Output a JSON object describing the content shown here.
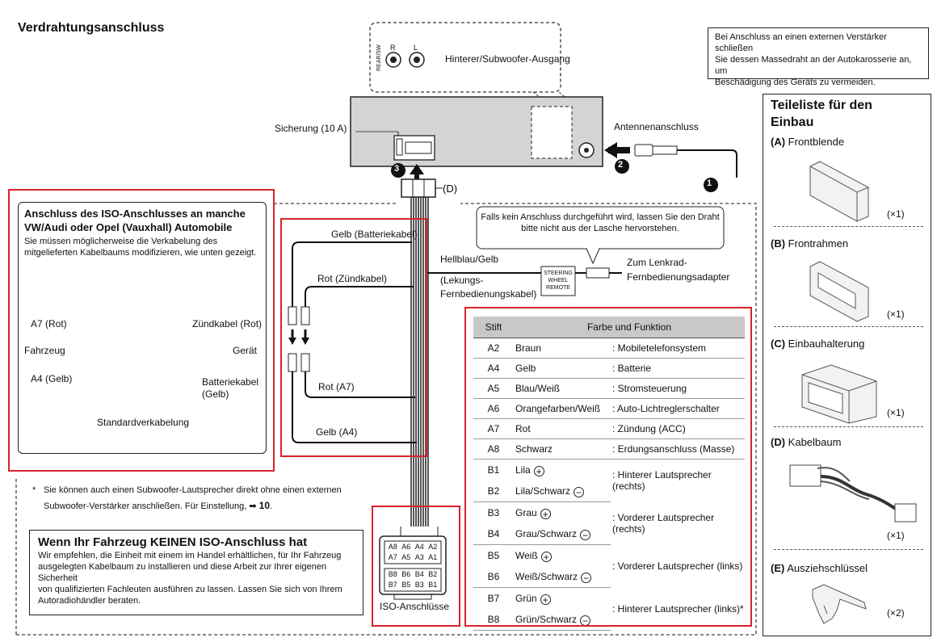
{
  "title": "Verdrahtungsanschluss",
  "note_amplifier": [
    "Bei Anschluss an einen externen Verstärker schließen",
    "Sie dessen Massedraht an der Autokarosserie an, um",
    "Beschädigung des Geräts zu vermeiden."
  ],
  "rear_output": {
    "rear_sw": "REAR/SW",
    "r": "R",
    "l": "L",
    "label": "Hinterer/Subwoofer-Ausgang"
  },
  "fuse_label": "Sicherung (10 A)",
  "antenna_label": "Antennenanschluss",
  "step_markers": [
    "1",
    "2",
    "3"
  ],
  "harness_tag": "(D)",
  "steering": {
    "note": [
      "Falls kein Anschluss durchgeführt wird, lassen Sie den Draht",
      "bitte nicht aus der Lasche hervorstehen."
    ],
    "wire": "Hellblau/Gelb",
    "wire_desc": [
      "(Lekungs-",
      "Fernbedienungskabel)"
    ],
    "box": [
      "STEERING",
      "WHEEL",
      "REMOTE"
    ],
    "to": [
      "Zum Lenkrad-",
      "Fernbedienungsadapter"
    ]
  },
  "wires": {
    "gelb_batterie": "Gelb (Batteriekabel)",
    "rot_zuend": "Rot (Zündkabel)",
    "rot_a7": "Rot (A7)",
    "gelb_a4": "Gelb (A4)"
  },
  "vw_box": {
    "title": [
      "Anschluss des ISO-Anschlusses an manche",
      "VW/Audi oder Opel (Vauxhall) Automobile"
    ],
    "text": [
      "Sie müssen möglicherweise die Verkabelung des",
      "mitgelieferten Kabelbaums modifizieren, wie unten gezeigt."
    ],
    "a7": "A7 (Rot)",
    "zuendkabel": "Zündkabel (Rot)",
    "fahrzeug": "Fahrzeug",
    "geraet": "Gerät",
    "a4": "A4 (Gelb)",
    "batteriekabel": [
      "Batteriekabel",
      "(Gelb)"
    ],
    "standard": "Standardverkabelung"
  },
  "footnote": {
    "star": "*",
    "line1": "Sie können auch einen Subwoofer-Lautsprecher direkt ohne einen externen",
    "line2": "Subwoofer-Verstärker anschließen. Für Einstellung,",
    "arrow": "➡",
    "page": "10",
    "end": "."
  },
  "no_iso": {
    "title": "Wenn Ihr Fahrzeug KEINEN ISO-Anschluss hat",
    "text": [
      "Wir empfehlen, die Einheit mit einem im Handel erhältlichen, für Ihr Fahrzeug",
      "ausgelegten Kabelbaum zu installieren und diese Arbeit zur Ihrer eigenen Sicherheit",
      "von qualifizierten Fachleuten ausführen zu lassen. Lassen Sie sich von Ihrem",
      "Autoradiohändler beraten."
    ]
  },
  "iso": {
    "label": "ISO-Anschlüsse",
    "row_a1": [
      "A8",
      "A6",
      "A4",
      "A2"
    ],
    "row_a2": [
      "A7",
      "A5",
      "A3",
      "A1"
    ],
    "row_b1": [
      "B8",
      "B6",
      "B4",
      "B2"
    ],
    "row_b2": [
      "B7",
      "B5",
      "B3",
      "B1"
    ]
  },
  "table": {
    "head": [
      "Stift",
      "Farbe und Funktion"
    ],
    "rows": [
      {
        "pin": "A2",
        "color": "Braun",
        "func": ": Mobiletelefonsystem"
      },
      {
        "pin": "A4",
        "color": "Gelb",
        "func": ": Batterie"
      },
      {
        "pin": "A5",
        "color": "Blau/Weiß",
        "func": ": Stromsteuerung"
      },
      {
        "pin": "A6",
        "color": "Orangefarben/Weiß",
        "func": ": Auto-Lichtreglerschalter"
      },
      {
        "pin": "A7",
        "color": "Rot",
        "func": ": Zündung (ACC)"
      },
      {
        "pin": "A8",
        "color": "Schwarz",
        "func": ": Erdungsanschluss (Masse)"
      }
    ],
    "speaker_rows": [
      {
        "pins": [
          "B1",
          "B2"
        ],
        "colors": [
          "Lila",
          "Lila/Schwarz"
        ],
        "func": ": Hinterer Lautsprecher (rechts)"
      },
      {
        "pins": [
          "B3",
          "B4"
        ],
        "colors": [
          "Grau",
          "Grau/Schwarz"
        ],
        "func": ": Vorderer Lautsprecher (rechts)"
      },
      {
        "pins": [
          "B5",
          "B6"
        ],
        "colors": [
          "Weiß",
          "Weiß/Schwarz"
        ],
        "func": ": Vorderer Lautsprecher (links)"
      },
      {
        "pins": [
          "B7",
          "B8"
        ],
        "colors": [
          "Grün",
          "Grün/Schwarz"
        ],
        "func": ": Hinterer Lautsprecher (links)*"
      }
    ],
    "plus": "+",
    "minus": "−"
  },
  "parts": {
    "title": [
      "Teileliste für den",
      "Einbau"
    ],
    "items": [
      {
        "key": "(A)",
        "name": "Frontblende",
        "qty": "(×1)"
      },
      {
        "key": "(B)",
        "name": "Frontrahmen",
        "qty": "(×1)"
      },
      {
        "key": "(C)",
        "name": "Einbauhalterung",
        "qty": "(×1)"
      },
      {
        "key": "(D)",
        "name": "Kabelbaum",
        "qty": "(×1)"
      },
      {
        "key": "(E)",
        "name": "Ausziehschlüssel",
        "qty": "(×2)"
      }
    ]
  },
  "colors": {
    "highlight": "#d8232a",
    "unit_fill": "#d4d4d4",
    "table_head": "#c8c8c8"
  }
}
